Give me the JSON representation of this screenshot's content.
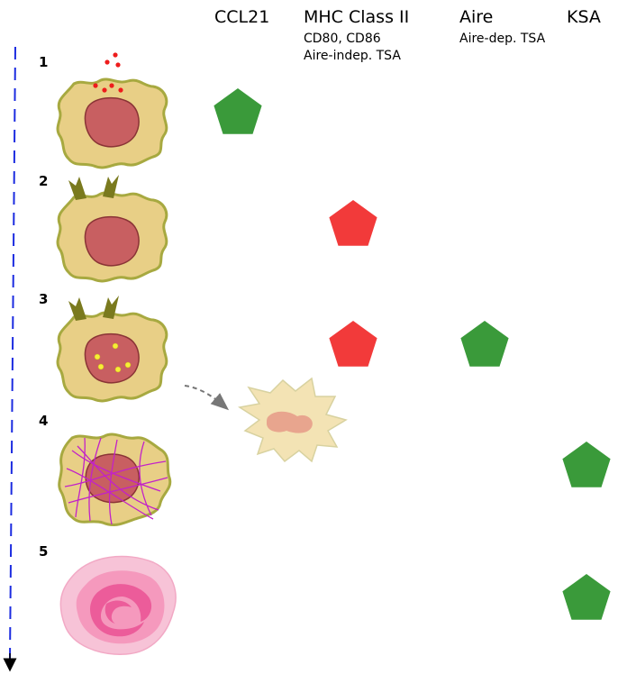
{
  "columns": [
    {
      "id": "ccl21",
      "label": "CCL21",
      "sublines": []
    },
    {
      "id": "mhc",
      "label": "MHC Class II",
      "sublines": [
        "CD80, CD86",
        "Aire-indep. TSA"
      ]
    },
    {
      "id": "aire",
      "label": "Aire",
      "sublines": [
        "Aire-dep. TSA"
      ]
    },
    {
      "id": "ksa",
      "label": "KSA",
      "sublines": []
    }
  ],
  "stages": [
    "1",
    "2",
    "3",
    "4",
    "5"
  ],
  "markers": [
    {
      "stage": "1",
      "column": "ccl21",
      "color": "#3a9a3a"
    },
    {
      "stage": "2",
      "column": "mhc",
      "color": "#f23a3a"
    },
    {
      "stage": "3",
      "column": "mhc",
      "color": "#f23a3a"
    },
    {
      "stage": "3",
      "column": "aire",
      "color": "#3a9a3a"
    },
    {
      "stage": "4",
      "column": "ksa",
      "color": "#3a9a3a"
    },
    {
      "stage": "5",
      "column": "ksa",
      "color": "#3a9a3a"
    }
  ],
  "colors": {
    "cell_body": "#e8cf86",
    "cell_edge": "#a7a940",
    "nucleus": "#c85f61",
    "protrusion": "#7a7a1e",
    "dots_red": "#ee1c1c",
    "dots_yellow": "#f6ee36",
    "filaments": "#c222c8",
    "corpuscle_outer": "#f7c3d7",
    "corpuscle_mid": "#f599bd",
    "corpuscle_inner": "#ec5c9a",
    "timeline_arrow": "#1b2be0",
    "dashed_arrow": "#777777"
  },
  "icons": [
    "cell-icon",
    "nucleus-icon",
    "pentagon-icon",
    "corpuscle-icon",
    "timeline-arrow-icon"
  ]
}
